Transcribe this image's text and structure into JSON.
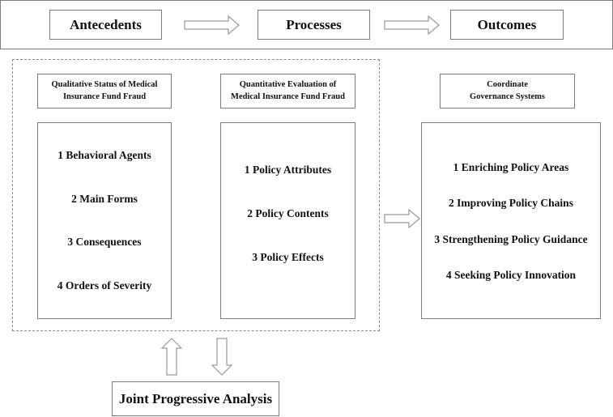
{
  "header": {
    "antecedents": "Antecedents",
    "processes": "Processes",
    "outcomes": "Outcomes"
  },
  "left_panel": {
    "title": "Qualitative Status of Medical\nInsurance Fund Fraud",
    "items": [
      "1 Behavioral Agents",
      "2 Main Forms",
      "3 Consequences",
      "4 Orders of Severity"
    ]
  },
  "middle_panel": {
    "title": "Quantitative Evaluation of\nMedical Insurance Fund Fraud",
    "items": [
      "1 Policy Attributes",
      "2 Policy Contents",
      "3 Policy Effects"
    ]
  },
  "right_panel": {
    "title": "Coordinate\nGovernance Systems",
    "items": [
      "1 Enriching Policy Areas",
      "2 Improving Policy Chains",
      "3 Strengthening Policy Guidance",
      "4 Seeking Policy Innovation"
    ]
  },
  "bottom": {
    "label": "Joint Progressive Analysis"
  }
}
